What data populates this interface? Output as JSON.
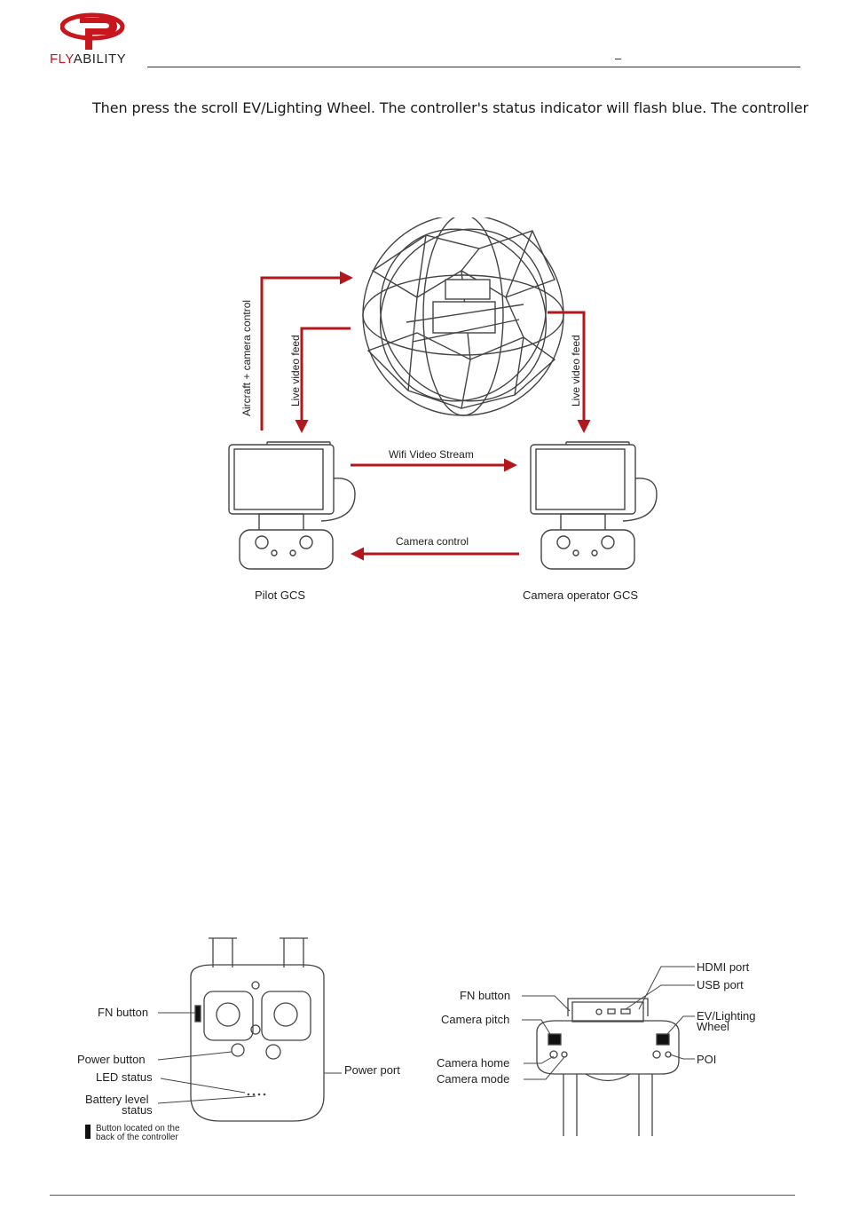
{
  "header": {
    "brand": {
      "prefix": "FLY",
      "suffix": "ABILITY"
    },
    "page_marker": "–"
  },
  "body": {
    "paragraph": "Then press the scroll EV/Lighting Wheel. The controller's status indicator will flash blue. The controller"
  },
  "diagram1": {
    "left_arrow_label": "Aircraft + camera control",
    "left_feed_label": "Live video feed",
    "right_feed_label": "Live video feed",
    "stream_label": "Wifi Video Stream",
    "control_label": "Camera control",
    "pilot_label": "Pilot GCS",
    "operator_label": "Camera operator GCS"
  },
  "diagram2": {
    "front": {
      "fn_button": "FN button",
      "power_button": "Power button",
      "led_status": "LED status",
      "battery_line1": "Battery level",
      "battery_line2": "status",
      "power_port": "Power port",
      "legend_line1": "Button located on the",
      "legend_line2": "back of the controller"
    },
    "top": {
      "hdmi_port": "HDMI port",
      "usb_port": "USB port",
      "fn_button": "FN button",
      "camera_pitch": "Camera pitch",
      "ev_line1": "EV/Lighting",
      "ev_line2": "Wheel",
      "camera_home": "Camera home",
      "poi": "POI",
      "camera_mode": "Camera mode"
    }
  },
  "colors": {
    "accent": "#b3161b",
    "line": "#444444",
    "text": "#1a1a1a"
  }
}
